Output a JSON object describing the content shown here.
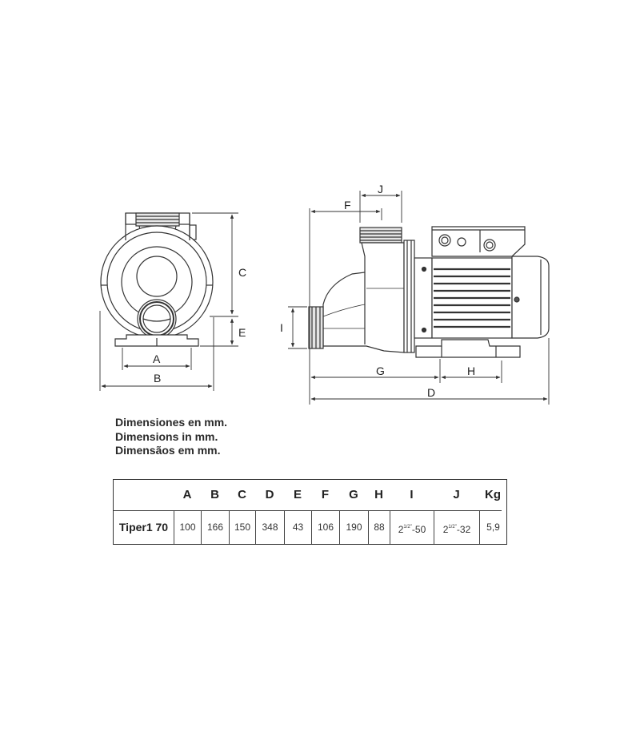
{
  "drawings": {
    "front_view": {
      "dimension_labels": {
        "A": "A",
        "B": "B",
        "C": "C",
        "E": "E"
      }
    },
    "side_view": {
      "dimension_labels": {
        "D": "D",
        "F": "F",
        "G": "G",
        "H": "H",
        "I": "I",
        "J": "J"
      }
    }
  },
  "caption": {
    "lines": [
      "Dimensiones en mm.",
      "Dimensions in mm.",
      "Dimensãos em mm."
    ]
  },
  "table": {
    "columns": [
      "A",
      "B",
      "C",
      "D",
      "E",
      "F",
      "G",
      "H",
      "I",
      "J",
      "Kg"
    ],
    "rows": [
      {
        "model": "Tiper1 70",
        "values": {
          "A": "100",
          "B": "166",
          "C": "150",
          "D": "348",
          "E": "43",
          "F": "106",
          "G": "190",
          "H": "88",
          "I": {
            "base": "2",
            "sup": "1/2\"",
            "rest": "-50"
          },
          "J": {
            "base": "2",
            "sup": "1/2\"",
            "rest": "-32"
          },
          "Kg": "5,9"
        }
      }
    ]
  }
}
